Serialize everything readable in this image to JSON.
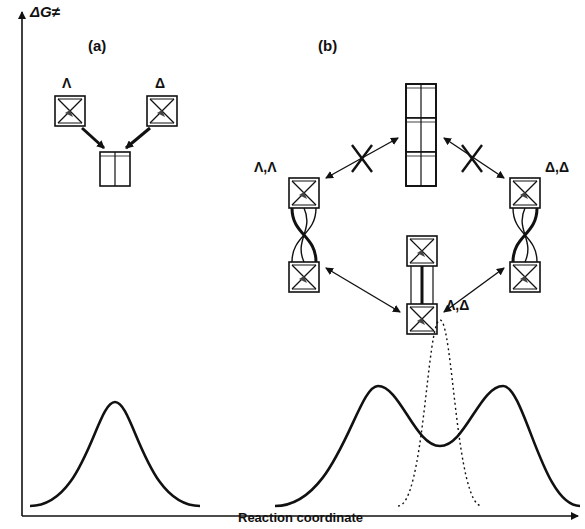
{
  "diagram": {
    "labels": [
      "ΔG≠",
      "(a)",
      "Λ",
      "Δ",
      "(b)",
      "Λ,Λ",
      "Δ,Δ",
      "Λ,Δ",
      "Reaction coordinate"
    ]
  }
}
